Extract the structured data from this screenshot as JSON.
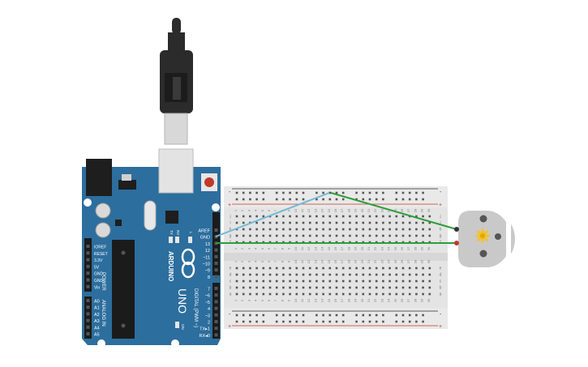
{
  "arduino": {
    "brand_name": "ARDUINO",
    "model": "UNO",
    "digital_header_title": "DIGITAL (PWM ~)",
    "power_header_title": "POWER",
    "analog_header_title": "ANALOG IN",
    "digital_pins": [
      "AREF",
      "GND",
      "13",
      "12",
      "~11",
      "~10",
      "~9",
      "8",
      "7",
      "~6",
      "~5",
      "4",
      "~3",
      "2",
      "TX▸1",
      "RX◂0"
    ],
    "power_pins": [
      "IOREF",
      "RESET",
      "3.3V",
      "5V",
      "GND",
      "GND",
      "Vin"
    ],
    "analog_pins": [
      "A0",
      "A1",
      "A2",
      "A3",
      "A4",
      "A5"
    ],
    "led_labels": [
      "TX",
      "RX",
      "L"
    ],
    "on_label": "ON",
    "board_color": "#2c6e9e"
  },
  "breadboard": {
    "row_letters_top": [
      "j",
      "i",
      "h",
      "g",
      "f"
    ],
    "row_letters_bottom": [
      "e",
      "d",
      "c",
      "b",
      "a"
    ],
    "column_numbers": [
      "1",
      "2",
      "3",
      "4",
      "5",
      "6",
      "7",
      "8",
      "9",
      "10",
      "11",
      "12",
      "13",
      "14",
      "15",
      "16",
      "17",
      "18",
      "19",
      "20",
      "21",
      "22",
      "23",
      "24",
      "25",
      "26",
      "27",
      "28",
      "29",
      "30"
    ],
    "rail_minus": "-",
    "rail_plus": "+"
  },
  "wires": [
    {
      "name": "gnd-wire",
      "color": "#74b9d6"
    },
    {
      "name": "signal-wire-top",
      "color": "#2e9e3a"
    },
    {
      "name": "signal-wire-pin13",
      "color": "#2e9e3a"
    }
  ],
  "motor": {
    "body_color": "#c9c9c9",
    "terminal_colors": [
      "#333333",
      "#c0392b"
    ],
    "shaft_color": "#f2c230"
  },
  "usb_cable": {
    "color": "#2b2b2b"
  }
}
